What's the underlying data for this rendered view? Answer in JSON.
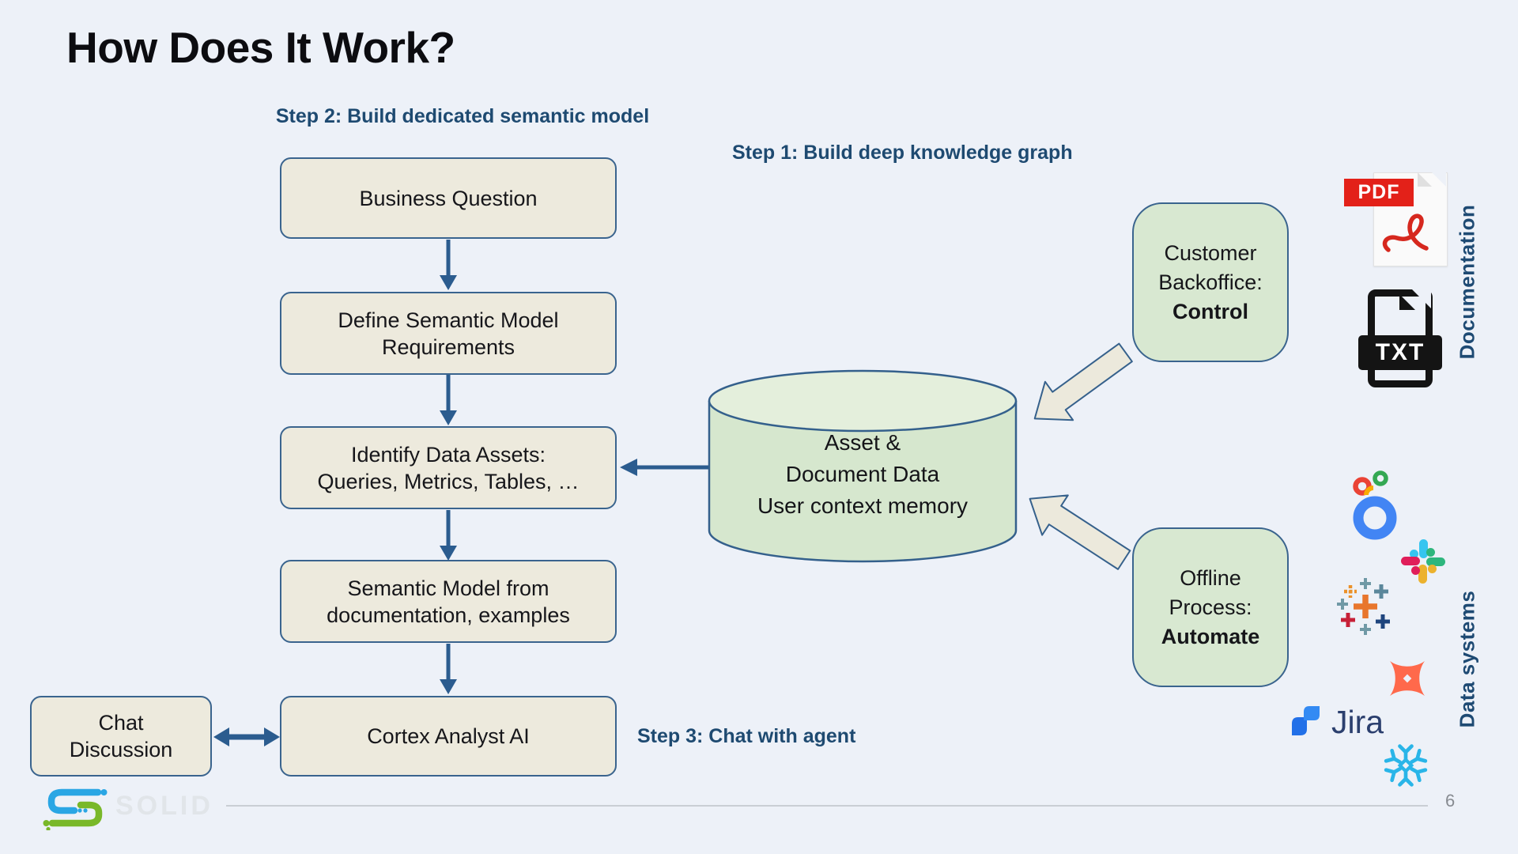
{
  "slide": {
    "title": "How Does It Work?",
    "page_number": "6",
    "brand_name": "SOLID"
  },
  "steps": {
    "step1": "Step 1: Build deep knowledge graph",
    "step2": "Step 2: Build dedicated semantic model",
    "step3": "Step 3: Chat with agent"
  },
  "flow": {
    "business_question": {
      "line1": "Business Question"
    },
    "define_requirements": {
      "line1": "Define Semantic Model",
      "line2": "Requirements"
    },
    "identify_assets": {
      "line1": "Identify Data Assets:",
      "line2": "Queries, Metrics, Tables, …"
    },
    "semantic_model": {
      "line1": "Semantic Model from",
      "line2": "documentation, examples"
    },
    "cortex": {
      "line1": "Cortex Analyst AI"
    },
    "chat": {
      "line1": "Chat",
      "line2": "Discussion"
    }
  },
  "graph": {
    "cylinder": {
      "line1": "Asset &",
      "line2": "Document Data",
      "line3": "User context memory"
    },
    "customer": {
      "line1": "Customer",
      "line2": "Backoffice:",
      "line3_bold": "Control"
    },
    "offline": {
      "line1": "Offline",
      "line2": "Process:",
      "line3_bold": "Automate"
    }
  },
  "side_labels": {
    "documentation": "Documentation",
    "data_systems": "Data systems"
  },
  "icons": {
    "pdf_label": "PDF",
    "txt_label": "TXT",
    "jira_label": "Jira",
    "names": [
      "pdf-file-icon",
      "txt-file-icon",
      "looker-icon",
      "slack-icon",
      "tableau-icon",
      "dbt-icon",
      "jira-icon",
      "snowflake-icon",
      "solid-logo-icon"
    ]
  },
  "colors": {
    "background": "#edf1f8",
    "box_fill": "#edeadd",
    "box_border": "#3a648e",
    "green_fill": "#d8e8d1",
    "cylinder_fill": "#d6e7ce",
    "cylinder_top": "#e4efdc",
    "arrow_blue": "#2b5c8f",
    "step_label_blue": "#1e4a71",
    "pdf_red": "#e32119",
    "snowflake_blue": "#29b5e8",
    "dbt_orange": "#ff694b",
    "solid_blue": "#2aa6e4",
    "solid_green": "#79b829"
  }
}
